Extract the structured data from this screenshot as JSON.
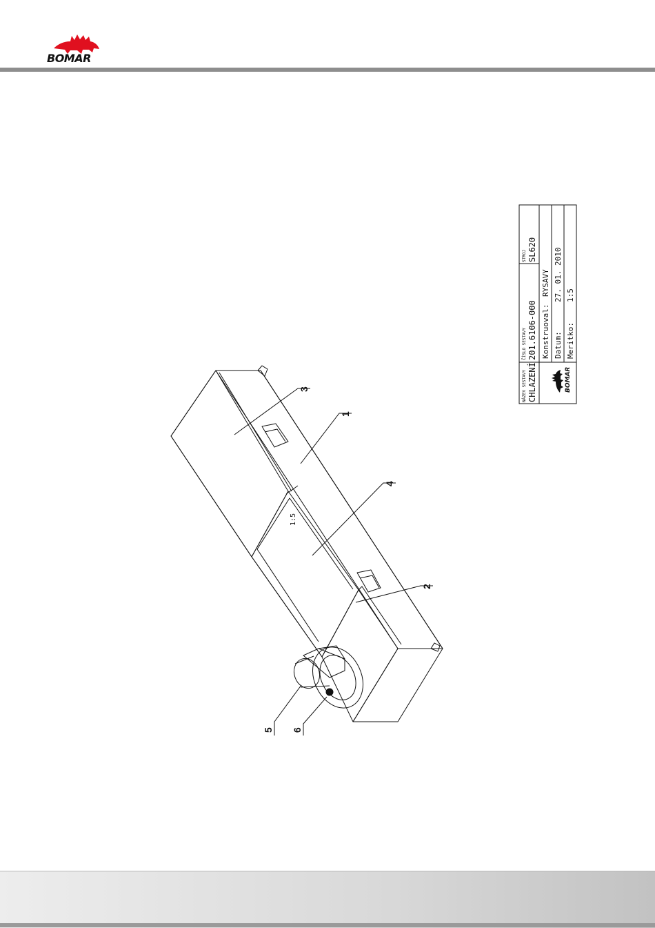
{
  "header": {
    "logo_text": "BOMAR",
    "logo_color": "#e0101f"
  },
  "drawing": {
    "scale_note": "1:5",
    "callouts": [
      "1",
      "2",
      "3",
      "4",
      "5",
      "6"
    ]
  },
  "title_block": {
    "name_label": "NÁZEV SESTAVY",
    "name_value": "CHLAZENÍ",
    "number_label": "ČÍSLO SESTAVY",
    "number_value": "201.6106-000",
    "machine_label": "STROJ",
    "machine_value": "SL620",
    "designer_label": "Konstruoval:",
    "designer_value": "RYSAVY",
    "date_label": "Datum:",
    "date_value": "27. 01. 2010",
    "scale_label": "Meritko:",
    "scale_value": "1:5",
    "logo_text": "BOMAR"
  }
}
